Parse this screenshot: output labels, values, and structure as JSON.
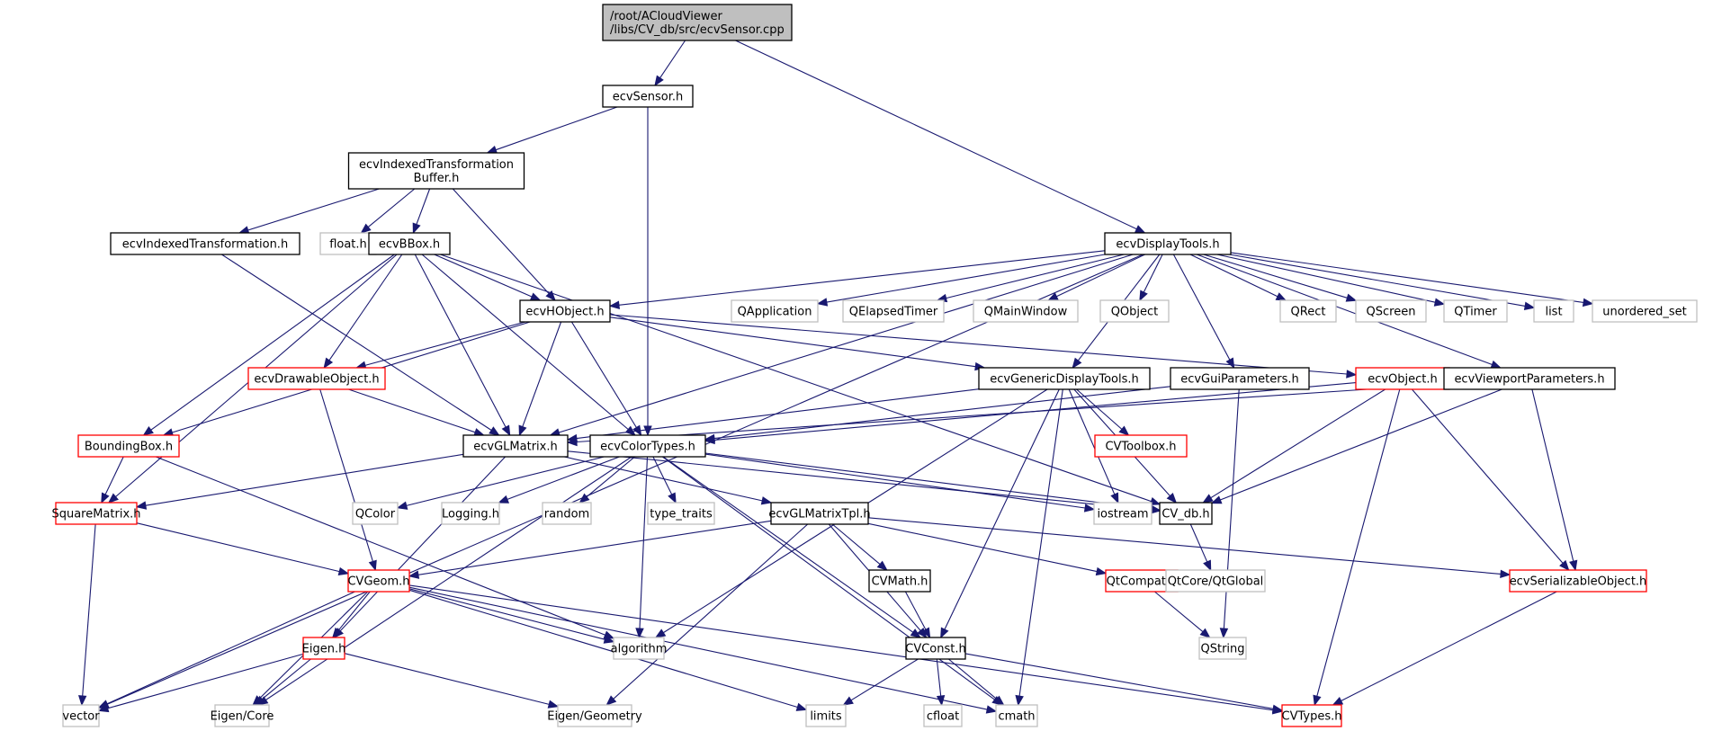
{
  "title": "Include dependency graph for ecvSensor.cpp",
  "styles": {
    "root": {
      "fill": "#bfbfbf",
      "stroke": "#000000"
    },
    "local": {
      "fill": "#ffffff",
      "stroke": "#000000"
    },
    "partial": {
      "fill": "#ffffff",
      "stroke": "#ff0000"
    },
    "external": {
      "fill": "#ffffff",
      "stroke": "#bfbfbf"
    },
    "edge": "#191970"
  },
  "nodes": [
    {
      "id": "root",
      "lines": [
        "/root/ACloudViewer",
        "/libs/CV_db/src/ecvSensor.cpp"
      ],
      "style": "root"
    },
    {
      "id": "ecvSensor",
      "lines": [
        "ecvSensor.h"
      ],
      "style": "local"
    },
    {
      "id": "ecvIndexedTransformationBuffer",
      "lines": [
        "ecvIndexedTransformation",
        "Buffer.h"
      ],
      "style": "local"
    },
    {
      "id": "ecvDisplayTools",
      "lines": [
        "ecvDisplayTools.h"
      ],
      "style": "local"
    },
    {
      "id": "ecvIndexedTransformation",
      "lines": [
        "ecvIndexedTransformation.h"
      ],
      "style": "local"
    },
    {
      "id": "float",
      "lines": [
        "float.h"
      ],
      "style": "external"
    },
    {
      "id": "ecvBBox",
      "lines": [
        "ecvBBox.h"
      ],
      "style": "local"
    },
    {
      "id": "ecvHObject",
      "lines": [
        "ecvHObject.h"
      ],
      "style": "local"
    },
    {
      "id": "QApplication",
      "lines": [
        "QApplication"
      ],
      "style": "external"
    },
    {
      "id": "QElapsedTimer",
      "lines": [
        "QElapsedTimer"
      ],
      "style": "external"
    },
    {
      "id": "QMainWindow",
      "lines": [
        "QMainWindow"
      ],
      "style": "external"
    },
    {
      "id": "QObject",
      "lines": [
        "QObject"
      ],
      "style": "external"
    },
    {
      "id": "QRect",
      "lines": [
        "QRect"
      ],
      "style": "external"
    },
    {
      "id": "QScreen",
      "lines": [
        "QScreen"
      ],
      "style": "external"
    },
    {
      "id": "QTimer",
      "lines": [
        "QTimer"
      ],
      "style": "external"
    },
    {
      "id": "list",
      "lines": [
        "list"
      ],
      "style": "external"
    },
    {
      "id": "unordered_set",
      "lines": [
        "unordered_set"
      ],
      "style": "external"
    },
    {
      "id": "ecvDrawableObject",
      "lines": [
        "ecvDrawableObject.h"
      ],
      "style": "partial"
    },
    {
      "id": "ecvGenericDisplayTools",
      "lines": [
        "ecvGenericDisplayTools.h"
      ],
      "style": "local"
    },
    {
      "id": "ecvGuiParameters",
      "lines": [
        "ecvGuiParameters.h"
      ],
      "style": "local"
    },
    {
      "id": "ecvObject",
      "lines": [
        "ecvObject.h"
      ],
      "style": "partial"
    },
    {
      "id": "ecvViewportParameters",
      "lines": [
        "ecvViewportParameters.h"
      ],
      "style": "local"
    },
    {
      "id": "BoundingBox",
      "lines": [
        "BoundingBox.h"
      ],
      "style": "partial"
    },
    {
      "id": "ecvGLMatrix",
      "lines": [
        "ecvGLMatrix.h"
      ],
      "style": "local"
    },
    {
      "id": "ecvColorTypes",
      "lines": [
        "ecvColorTypes.h"
      ],
      "style": "local"
    },
    {
      "id": "CVToolbox",
      "lines": [
        "CVToolbox.h"
      ],
      "style": "partial"
    },
    {
      "id": "SquareMatrix",
      "lines": [
        "SquareMatrix.h"
      ],
      "style": "partial"
    },
    {
      "id": "QColor",
      "lines": [
        "QColor"
      ],
      "style": "external"
    },
    {
      "id": "Logging",
      "lines": [
        "Logging.h"
      ],
      "style": "external"
    },
    {
      "id": "random",
      "lines": [
        "random"
      ],
      "style": "external"
    },
    {
      "id": "type_traits",
      "lines": [
        "type_traits"
      ],
      "style": "external"
    },
    {
      "id": "ecvGLMatrixTpl",
      "lines": [
        "ecvGLMatrixTpl.h"
      ],
      "style": "local"
    },
    {
      "id": "iostream",
      "lines": [
        "iostream"
      ],
      "style": "external"
    },
    {
      "id": "CV_db",
      "lines": [
        "CV_db.h"
      ],
      "style": "local"
    },
    {
      "id": "CVGeom",
      "lines": [
        "CVGeom.h"
      ],
      "style": "partial"
    },
    {
      "id": "CVMath",
      "lines": [
        "CVMath.h"
      ],
      "style": "local"
    },
    {
      "id": "QtCompat",
      "lines": [
        "QtCompat.h"
      ],
      "style": "partial"
    },
    {
      "id": "QtGlobal",
      "lines": [
        "QtCore/QtGlobal"
      ],
      "style": "external"
    },
    {
      "id": "ecvSerializableObject",
      "lines": [
        "ecvSerializableObject.h"
      ],
      "style": "partial"
    },
    {
      "id": "Eigen",
      "lines": [
        "Eigen.h"
      ],
      "style": "partial"
    },
    {
      "id": "algorithm",
      "lines": [
        "algorithm"
      ],
      "style": "external"
    },
    {
      "id": "CVConst",
      "lines": [
        "CVConst.h"
      ],
      "style": "local"
    },
    {
      "id": "QString",
      "lines": [
        "QString"
      ],
      "style": "external"
    },
    {
      "id": "vector",
      "lines": [
        "vector"
      ],
      "style": "external"
    },
    {
      "id": "EigenCore",
      "lines": [
        "Eigen/Core"
      ],
      "style": "external"
    },
    {
      "id": "EigenGeometry",
      "lines": [
        "Eigen/Geometry"
      ],
      "style": "external"
    },
    {
      "id": "limits",
      "lines": [
        "limits"
      ],
      "style": "external"
    },
    {
      "id": "cfloat",
      "lines": [
        "cfloat"
      ],
      "style": "external"
    },
    {
      "id": "cmath",
      "lines": [
        "cmath"
      ],
      "style": "external"
    },
    {
      "id": "CVTypes",
      "lines": [
        "CVTypes.h"
      ],
      "style": "partial"
    }
  ],
  "edges": [
    [
      "root",
      "ecvSensor"
    ],
    [
      "root",
      "ecvDisplayTools"
    ],
    [
      "ecvSensor",
      "ecvIndexedTransformationBuffer"
    ],
    [
      "ecvSensor",
      "ecvColorTypes"
    ],
    [
      "ecvIndexedTransformationBuffer",
      "ecvIndexedTransformation"
    ],
    [
      "ecvIndexedTransformationBuffer",
      "float"
    ],
    [
      "ecvIndexedTransformationBuffer",
      "ecvBBox"
    ],
    [
      "ecvIndexedTransformationBuffer",
      "ecvHObject"
    ],
    [
      "ecvIndexedTransformation",
      "ecvGLMatrix"
    ],
    [
      "ecvBBox",
      "ecvHObject"
    ],
    [
      "ecvBBox",
      "ecvDrawableObject"
    ],
    [
      "ecvBBox",
      "BoundingBox"
    ],
    [
      "ecvBBox",
      "SquareMatrix"
    ],
    [
      "ecvBBox",
      "ecvGLMatrix"
    ],
    [
      "ecvBBox",
      "ecvColorTypes"
    ],
    [
      "ecvBBox",
      "CV_db"
    ],
    [
      "ecvDisplayTools",
      "ecvHObject"
    ],
    [
      "ecvDisplayTools",
      "QApplication"
    ],
    [
      "ecvDisplayTools",
      "QElapsedTimer"
    ],
    [
      "ecvDisplayTools",
      "QMainWindow"
    ],
    [
      "ecvDisplayTools",
      "QObject"
    ],
    [
      "ecvDisplayTools",
      "QRect"
    ],
    [
      "ecvDisplayTools",
      "QScreen"
    ],
    [
      "ecvDisplayTools",
      "QTimer"
    ],
    [
      "ecvDisplayTools",
      "list"
    ],
    [
      "ecvDisplayTools",
      "unordered_set"
    ],
    [
      "ecvDisplayTools",
      "ecvGenericDisplayTools"
    ],
    [
      "ecvDisplayTools",
      "ecvGuiParameters"
    ],
    [
      "ecvDisplayTools",
      "ecvViewportParameters"
    ],
    [
      "ecvDisplayTools",
      "ecvGLMatrix"
    ],
    [
      "ecvDisplayTools",
      "vector"
    ],
    [
      "ecvHObject",
      "ecvDrawableObject"
    ],
    [
      "ecvHObject",
      "ecvGenericDisplayTools"
    ],
    [
      "ecvHObject",
      "ecvObject"
    ],
    [
      "ecvHObject",
      "BoundingBox"
    ],
    [
      "ecvHObject",
      "ecvGLMatrix"
    ],
    [
      "ecvHObject",
      "ecvColorTypes"
    ],
    [
      "ecvDrawableObject",
      "ecvGLMatrix"
    ],
    [
      "ecvDrawableObject",
      "CVGeom"
    ],
    [
      "ecvGenericDisplayTools",
      "ecvGLMatrix"
    ],
    [
      "ecvGenericDisplayTools",
      "CVToolbox"
    ],
    [
      "ecvGenericDisplayTools",
      "CV_db"
    ],
    [
      "ecvGenericDisplayTools",
      "iostream"
    ],
    [
      "ecvGenericDisplayTools",
      "algorithm"
    ],
    [
      "ecvGenericDisplayTools",
      "CVConst"
    ],
    [
      "ecvGenericDisplayTools",
      "cmath"
    ],
    [
      "ecvGuiParameters",
      "ecvColorTypes"
    ],
    [
      "ecvGuiParameters",
      "QString"
    ],
    [
      "ecvObject",
      "ecvColorTypes"
    ],
    [
      "ecvObject",
      "CV_db"
    ],
    [
      "ecvObject",
      "ecvSerializableObject"
    ],
    [
      "ecvObject",
      "CVTypes"
    ],
    [
      "ecvViewportParameters",
      "ecvGLMatrix"
    ],
    [
      "ecvViewportParameters",
      "CV_db"
    ],
    [
      "ecvViewportParameters",
      "ecvSerializableObject"
    ],
    [
      "BoundingBox",
      "SquareMatrix"
    ],
    [
      "BoundingBox",
      "algorithm"
    ],
    [
      "ecvGLMatrix",
      "SquareMatrix"
    ],
    [
      "ecvGLMatrix",
      "ecvGLMatrixTpl"
    ],
    [
      "ecvGLMatrix",
      "CV_db"
    ],
    [
      "ecvGLMatrix",
      "Eigen"
    ],
    [
      "ecvColorTypes",
      "QColor"
    ],
    [
      "ecvColorTypes",
      "Logging"
    ],
    [
      "ecvColorTypes",
      "random"
    ],
    [
      "ecvColorTypes",
      "type_traits"
    ],
    [
      "ecvColorTypes",
      "CV_db"
    ],
    [
      "ecvColorTypes",
      "iostream"
    ],
    [
      "ecvColorTypes",
      "algorithm"
    ],
    [
      "ecvColorTypes",
      "CVConst"
    ],
    [
      "ecvColorTypes",
      "cmath"
    ],
    [
      "ecvColorTypes",
      "EigenCore"
    ],
    [
      "SquareMatrix",
      "CVGeom"
    ],
    [
      "SquareMatrix",
      "vector"
    ],
    [
      "ecvGLMatrixTpl",
      "CVGeom"
    ],
    [
      "ecvGLMatrixTpl",
      "CVMath"
    ],
    [
      "ecvGLMatrixTpl",
      "QtCompat"
    ],
    [
      "ecvGLMatrixTpl",
      "ecvSerializableObject"
    ],
    [
      "ecvGLMatrixTpl",
      "CVConst"
    ],
    [
      "ecvGLMatrixTpl",
      "EigenGeometry"
    ],
    [
      "CV_db",
      "QtGlobal"
    ],
    [
      "CVGeom",
      "Eigen"
    ],
    [
      "CVGeom",
      "algorithm"
    ],
    [
      "CVGeom",
      "vector"
    ],
    [
      "CVGeom",
      "EigenCore"
    ],
    [
      "CVGeom",
      "limits"
    ],
    [
      "CVGeom",
      "cmath"
    ],
    [
      "CVGeom",
      "CVTypes"
    ],
    [
      "CVMath",
      "CVConst"
    ],
    [
      "QtCompat",
      "QString"
    ],
    [
      "ecvSerializableObject",
      "CVTypes"
    ],
    [
      "Eigen",
      "vector"
    ],
    [
      "Eigen",
      "EigenCore"
    ],
    [
      "Eigen",
      "EigenGeometry"
    ],
    [
      "CVConst",
      "limits"
    ],
    [
      "CVConst",
      "cfloat"
    ],
    [
      "CVConst",
      "cmath"
    ],
    [
      "CVConst",
      "CVTypes"
    ]
  ]
}
